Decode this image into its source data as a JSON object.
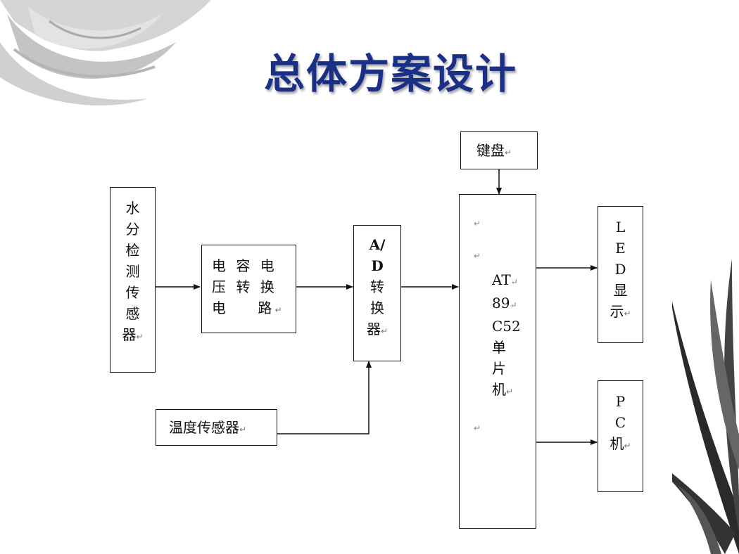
{
  "slide": {
    "title": "总体方案设计"
  },
  "diagram": {
    "return_mark": "↵",
    "blocks": {
      "sensor": {
        "lines": [
          "水",
          "分",
          "检",
          "测",
          "传",
          "感",
          "器"
        ]
      },
      "cap_converter": {
        "rows": [
          "电 容 电",
          "压 转 换",
          "电    路"
        ]
      },
      "ad": {
        "lines": [
          "A/",
          "D",
          "转",
          "换",
          "器"
        ]
      },
      "temp_sensor": {
        "label": "温度传感器"
      },
      "keyboard": {
        "label": "键盘"
      },
      "mcu": {
        "lines": [
          "AT",
          "89",
          "C52",
          "单",
          "片",
          "机"
        ]
      },
      "led": {
        "lines": [
          "L",
          "E",
          "D",
          "显",
          "示"
        ]
      },
      "pc": {
        "lines": [
          "P",
          "C",
          "机"
        ]
      }
    }
  }
}
